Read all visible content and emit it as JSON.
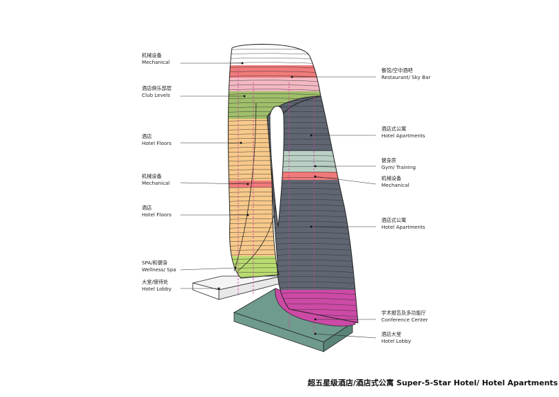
{
  "labels_left": [
    {
      "key": "mech1",
      "zh": "机械设备",
      "en": "Mechanical"
    },
    {
      "key": "club",
      "zh": "酒店俱乐部层",
      "en": "Club Levels"
    },
    {
      "key": "hotel1",
      "zh": "酒店",
      "en": "Hotel Floors"
    },
    {
      "key": "mech2",
      "zh": "机械设备",
      "en": "Mechanical"
    },
    {
      "key": "hotel2",
      "zh": "酒店",
      "en": "Hotel Floors"
    },
    {
      "key": "spa",
      "zh": "SPA/和健身",
      "en": "Wellness/ Spa"
    },
    {
      "key": "lobby1",
      "zh": "大堂/接待处",
      "en": "Hotel Lobby"
    }
  ],
  "labels_right": [
    {
      "key": "bar",
      "zh": "餐馆/空中酒吧",
      "en": "Restaurant/ Sky Bar"
    },
    {
      "key": "apt1",
      "zh": "酒店式公寓",
      "en": "Hotel Apartments"
    },
    {
      "key": "gym",
      "zh": "健身房",
      "en": "Gym/ Training"
    },
    {
      "key": "mech3",
      "zh": "机械设备",
      "en": "Mechanical"
    },
    {
      "key": "apt2",
      "zh": "酒店式公寓",
      "en": "Hotel Apartments"
    },
    {
      "key": "conf",
      "zh": "学术报告及多功能厅",
      "en": "Conference Center"
    },
    {
      "key": "lobby2",
      "zh": "酒店大堂",
      "en": "Hotel Lobby"
    }
  ],
  "caption": "超五星级酒店/酒店式公寓 Super-5-Star Hotel/ Hotel Apartments",
  "colors": {
    "mechanical": "#f07a7a",
    "restaurant": "#f3b8c2",
    "club": "#9fbf6a",
    "hotel": "#f7c98a",
    "apartments": "#5f6672",
    "gym": "#b9cfc4",
    "spa": "#b9dc70",
    "conference": "#cc4aa6",
    "podium": "#6f9a8e",
    "line": "#222222",
    "guide": "#d0409c"
  }
}
